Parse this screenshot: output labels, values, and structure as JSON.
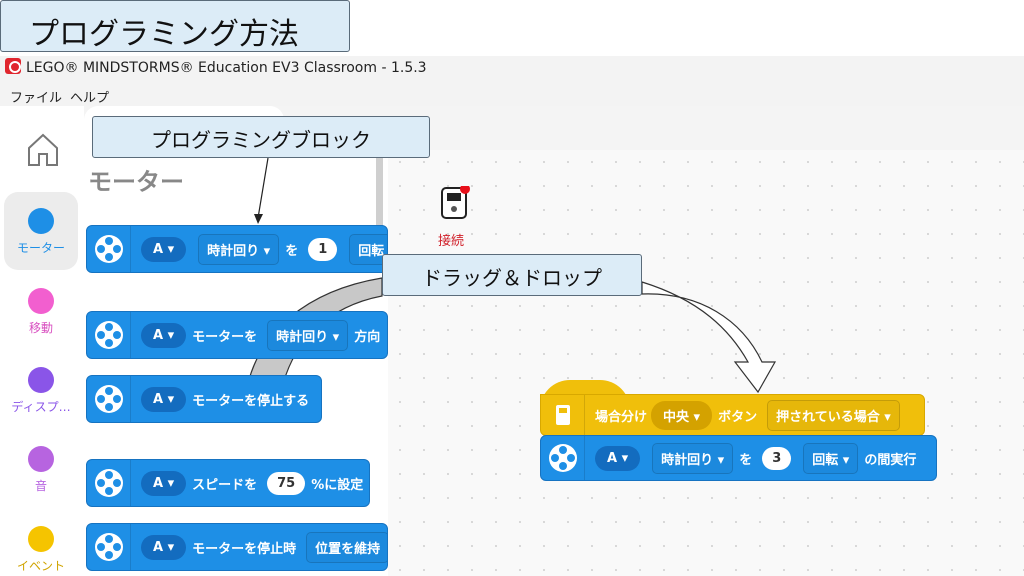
{
  "slide_title": "プログラミング方法",
  "app": {
    "title": "LEGO® MINDSTORMS® Education EV3 Classroom - 1.5.3",
    "menu": [
      "ファイル",
      "ヘルプ"
    ]
  },
  "sidebar": {
    "categories": [
      {
        "label": "モーター",
        "color": "#1e8fe6",
        "selected": true
      },
      {
        "label": "移動",
        "color": "#f25fcf"
      },
      {
        "label": "ディスプ…",
        "color": "#8a55e8"
      },
      {
        "label": "音",
        "color": "#b764e0"
      },
      {
        "label": "イベント",
        "color": "#f5c400"
      }
    ]
  },
  "palette": {
    "heading": "モーター",
    "blocks": [
      {
        "port": "A",
        "parts": [
          "時計回り",
          "を",
          "1",
          "回転"
        ]
      },
      {
        "port": "A",
        "parts": [
          "モーターを",
          "時計回り",
          "方向"
        ]
      },
      {
        "port": "A",
        "parts": [
          "モーターを停止する"
        ]
      },
      {
        "port": "A",
        "parts": [
          "スピードを",
          "75",
          "%に設定"
        ]
      },
      {
        "port": "A",
        "parts": [
          "モーターを停止時",
          "位置を維持"
        ]
      }
    ]
  },
  "workspace": {
    "connect_label": "接続",
    "switch_block": {
      "label": "場合分け",
      "button": "中央",
      "text": "ボタン",
      "condition": "押されている場合"
    },
    "motor_block": {
      "port": "A",
      "direction": "時計回り",
      "particle": "を",
      "value": "3",
      "unit": "回転",
      "suffix": "の間実行"
    }
  },
  "callouts": {
    "blocks": "プログラミングブロック",
    "drag": "ドラッグ＆ドロップ"
  },
  "colors": {
    "motor": "#1e8fe6",
    "control": "#f0bf0b"
  }
}
